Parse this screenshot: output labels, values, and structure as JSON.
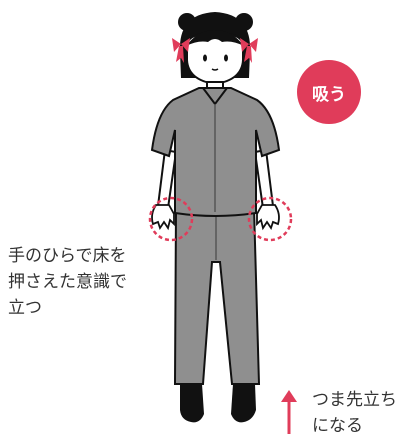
{
  "badge": {
    "label": "吸う",
    "color": "#e03c5a"
  },
  "annotation_hands": {
    "lines": [
      "手のひらで床を",
      "押さえた意識で",
      "立つ"
    ],
    "marker_color": "#e03c5a"
  },
  "annotation_tiptoe": {
    "lines": [
      "つま先立ち",
      "になる"
    ],
    "arrow_color": "#e03c5a",
    "icon": "up-arrow-icon"
  },
  "colors": {
    "outfit": "#8f8f8f",
    "hair": "#111111",
    "ribbon": "#e03c5a",
    "skin": "#ffffff"
  }
}
